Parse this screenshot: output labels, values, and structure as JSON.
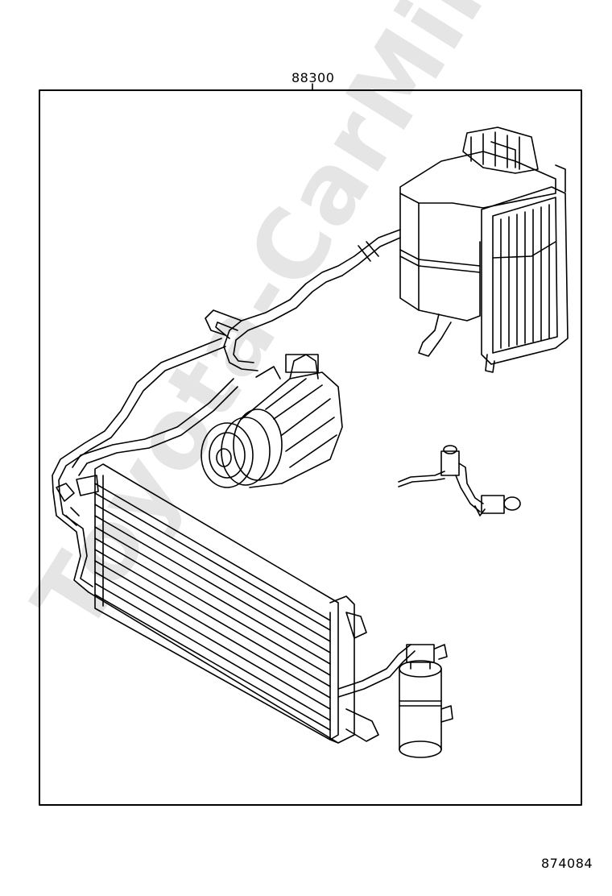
{
  "diagram": {
    "part_number_label": "88300",
    "figure_number": "874084",
    "watermark_text": "Toyota-CarMinh.ru",
    "components": [
      {
        "name": "evaporator-unit-icon"
      },
      {
        "name": "compressor-icon"
      },
      {
        "name": "condenser-icon"
      },
      {
        "name": "receiver-dryer-icon"
      },
      {
        "name": "solenoid-valve-icon"
      }
    ],
    "colors": {
      "line": "#000000",
      "background": "#ffffff"
    }
  }
}
